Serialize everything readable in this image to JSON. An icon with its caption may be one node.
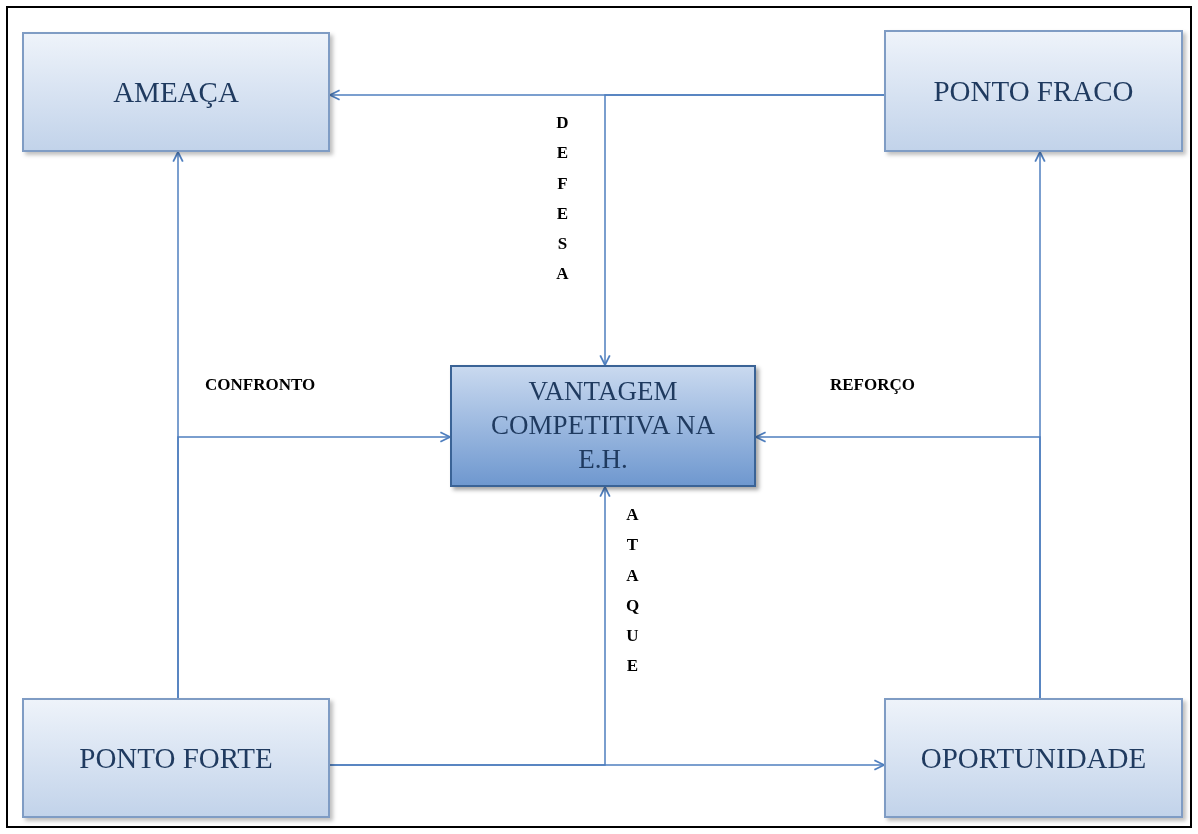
{
  "diagram": {
    "nodes": [
      {
        "text": [
          "AMEAÇA"
        ]
      },
      {
        "text": [
          "PONTO FRACO"
        ]
      },
      {
        "text": [
          "VANTAGEM COMPETITIVA NA E.H."
        ]
      },
      {
        "text": [
          "PONTO FORTE"
        ]
      },
      {
        "text": [
          "OPORTUNIDADE"
        ]
      }
    ],
    "edges": [
      {
        "from": 1,
        "to": 0,
        "arrow": "to"
      },
      {
        "from": 1,
        "to": 2,
        "arrow": "to",
        "label": "DEFESA"
      },
      {
        "from": 3,
        "to": 0,
        "arrow": "to"
      },
      {
        "from": 3,
        "to": 2,
        "arrow": "to",
        "label": "CONFRONTO"
      },
      {
        "from": 3,
        "to": 4,
        "arrow": "to"
      },
      {
        "from": 3,
        "to": 2,
        "arrow": "to",
        "label": "ATAQUE"
      },
      {
        "from": 4,
        "to": 1,
        "arrow": "to"
      },
      {
        "from": 4,
        "to": 2,
        "arrow": "to",
        "label": "REFORÇO"
      }
    ]
  }
}
